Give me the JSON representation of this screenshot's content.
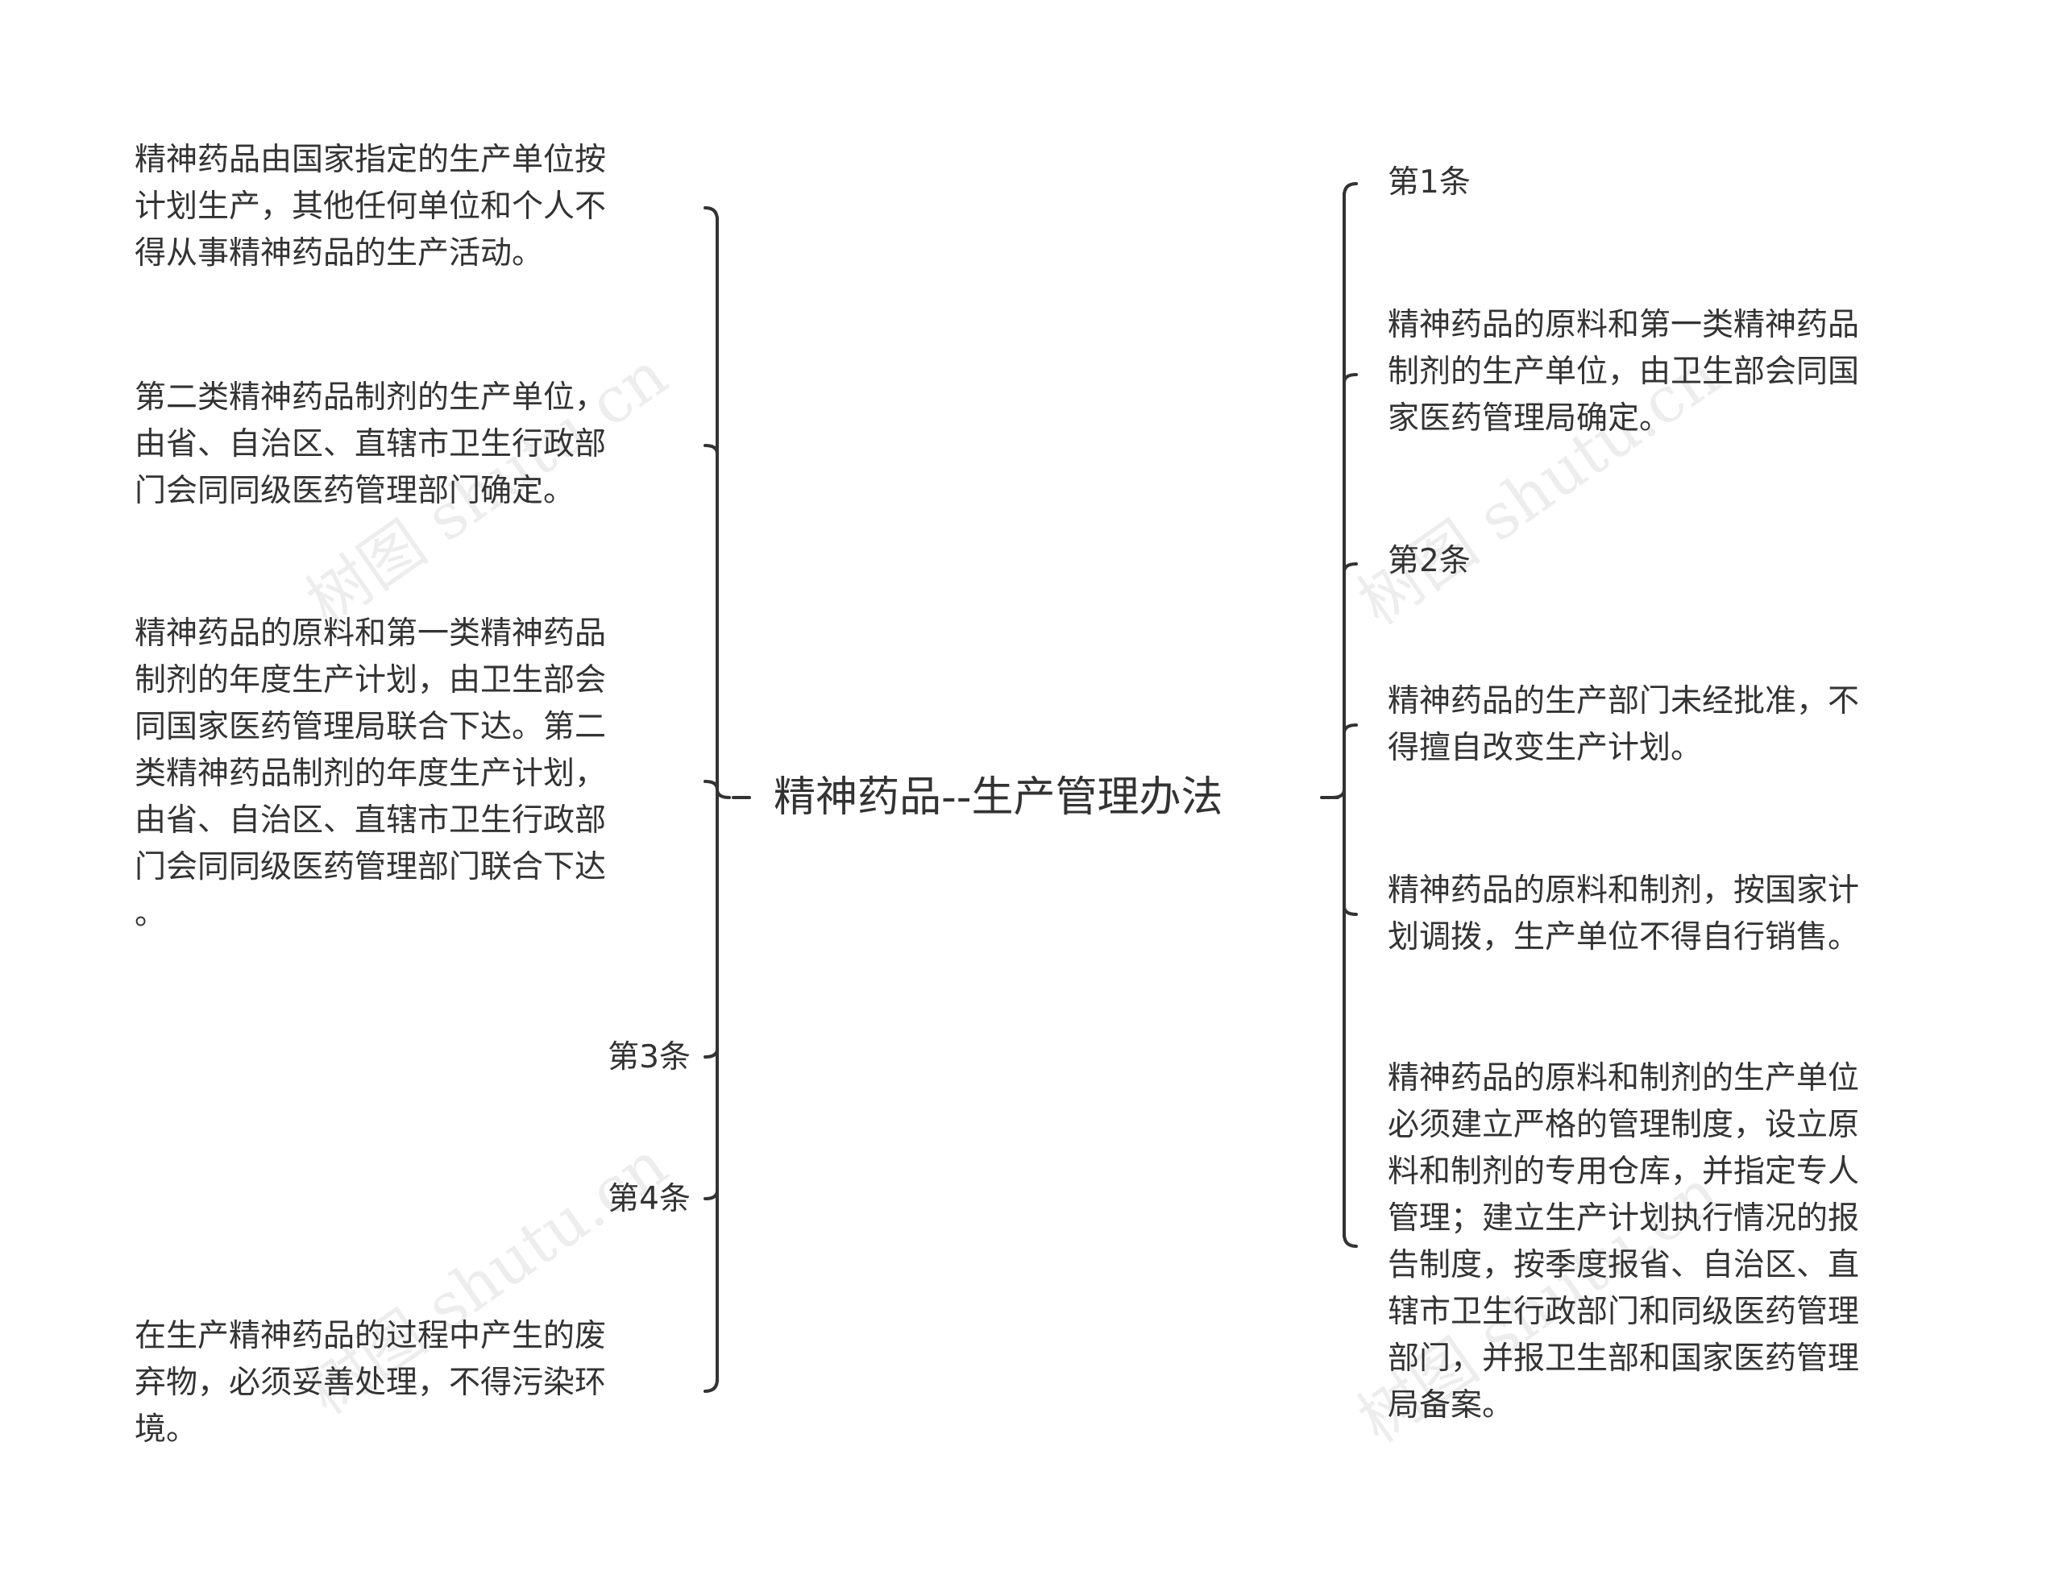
{
  "title": "精神药品--生产管理办法",
  "left_nodes": [
    {
      "text": "精神药品由国家指定的生产单位按\n计划生产，其他任何单位和个人不\n得从事精神药品的生产活动。"
    },
    {
      "text": "第二类精神药品制剂的生产单位，\n由省、自治区、直辖市卫生行政部\n门会同同级医药管理部门确定。"
    },
    {
      "text": "精神药品的原料和第一类精神药品\n制剂的年度生产计划，由卫生部会\n同国家医药管理局联合下达。第二\n类精神药品制剂的年度生产计划，\n由省、自治区、直辖市卫生行政部\n门会同同级医药管理部门联合下达\n。"
    },
    {
      "text": "第3条"
    },
    {
      "text": "第4条"
    },
    {
      "text": "在生产精神药品的过程中产生的废\n弃物，必须妥善处理，不得污染环\n境。"
    }
  ],
  "right_nodes": [
    {
      "text": "第1条"
    },
    {
      "text": "精神药品的原料和第一类精神药品\n制剂的生产单位，由卫生部会同国\n家医药管理局确定。"
    },
    {
      "text": "第2条"
    },
    {
      "text": "精神药品的生产部门未经批准，不\n得擅自改变生产计划。"
    },
    {
      "text": "精神药品的原料和制剂，按国家计\n划调拨，生产单位不得自行销售。"
    },
    {
      "text": "精神药品的原料和制剂的生产单位\n必须建立严格的管理制度，设立原\n料和制剂的专用仓库，并指定专人\n管理；建立生产计划执行情况的报\n告制度，按季度报省、自治区、直\n辖市卫生行政部门和同级医药管理\n部门，并报卫生部和国家医药管理\n局备案。"
    }
  ],
  "watermark": "树图 shutu.cn",
  "colors": {
    "line": "#333333",
    "text": "#333333",
    "background": "#ffffff"
  }
}
